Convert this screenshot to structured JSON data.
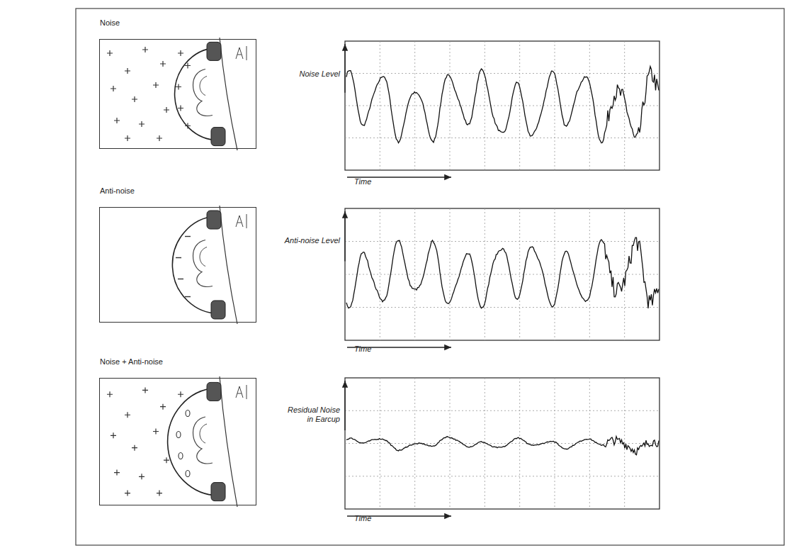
{
  "diagram": {
    "nodes": [
      {
        "text": [
          "Noise"
        ]
      },
      {
        "text": [
          "Anti-noise"
        ]
      },
      {
        "text": [
          "Noise + Anti-noise"
        ]
      }
    ],
    "labels": [
      "Noise Level",
      "Time",
      "Anti-noise Level",
      "Time",
      "Residual Noise in Earcup",
      "Time"
    ]
  }
}
